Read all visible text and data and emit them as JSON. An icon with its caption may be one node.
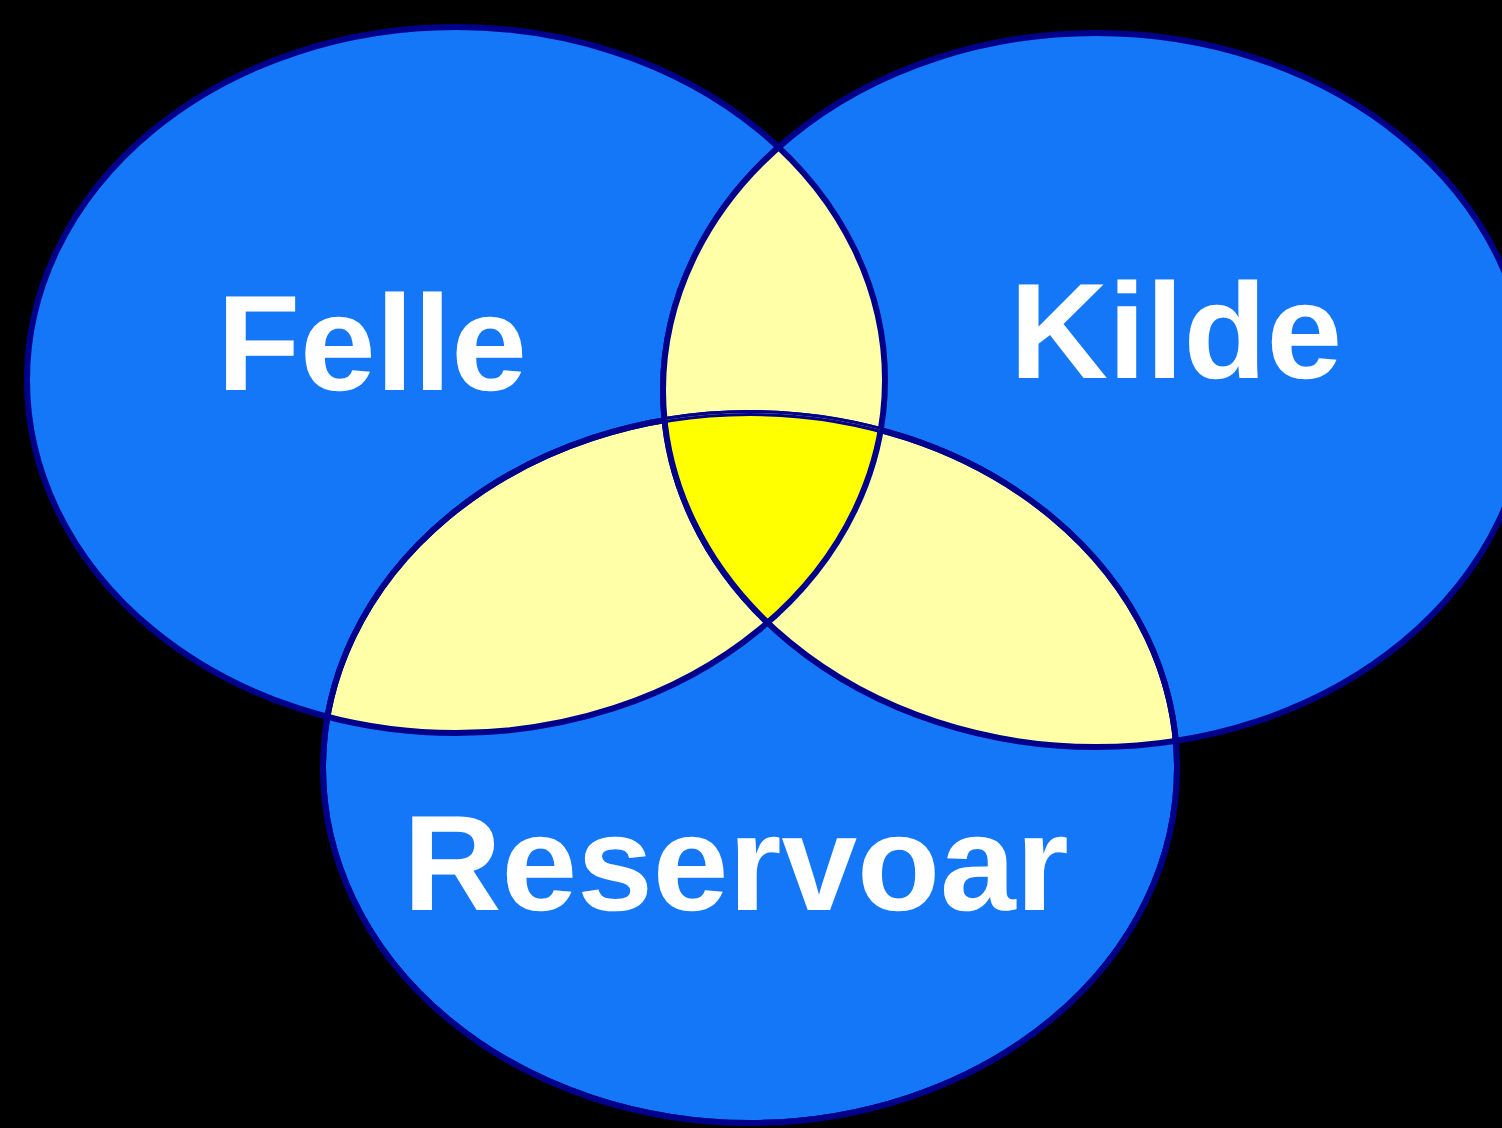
{
  "diagram": {
    "nodes": [
      {
        "text": [
          "Felle"
        ]
      },
      {
        "text": [
          "Kilde"
        ]
      },
      {
        "text": [
          "Reservoar"
        ]
      }
    ],
    "edges": []
  }
}
